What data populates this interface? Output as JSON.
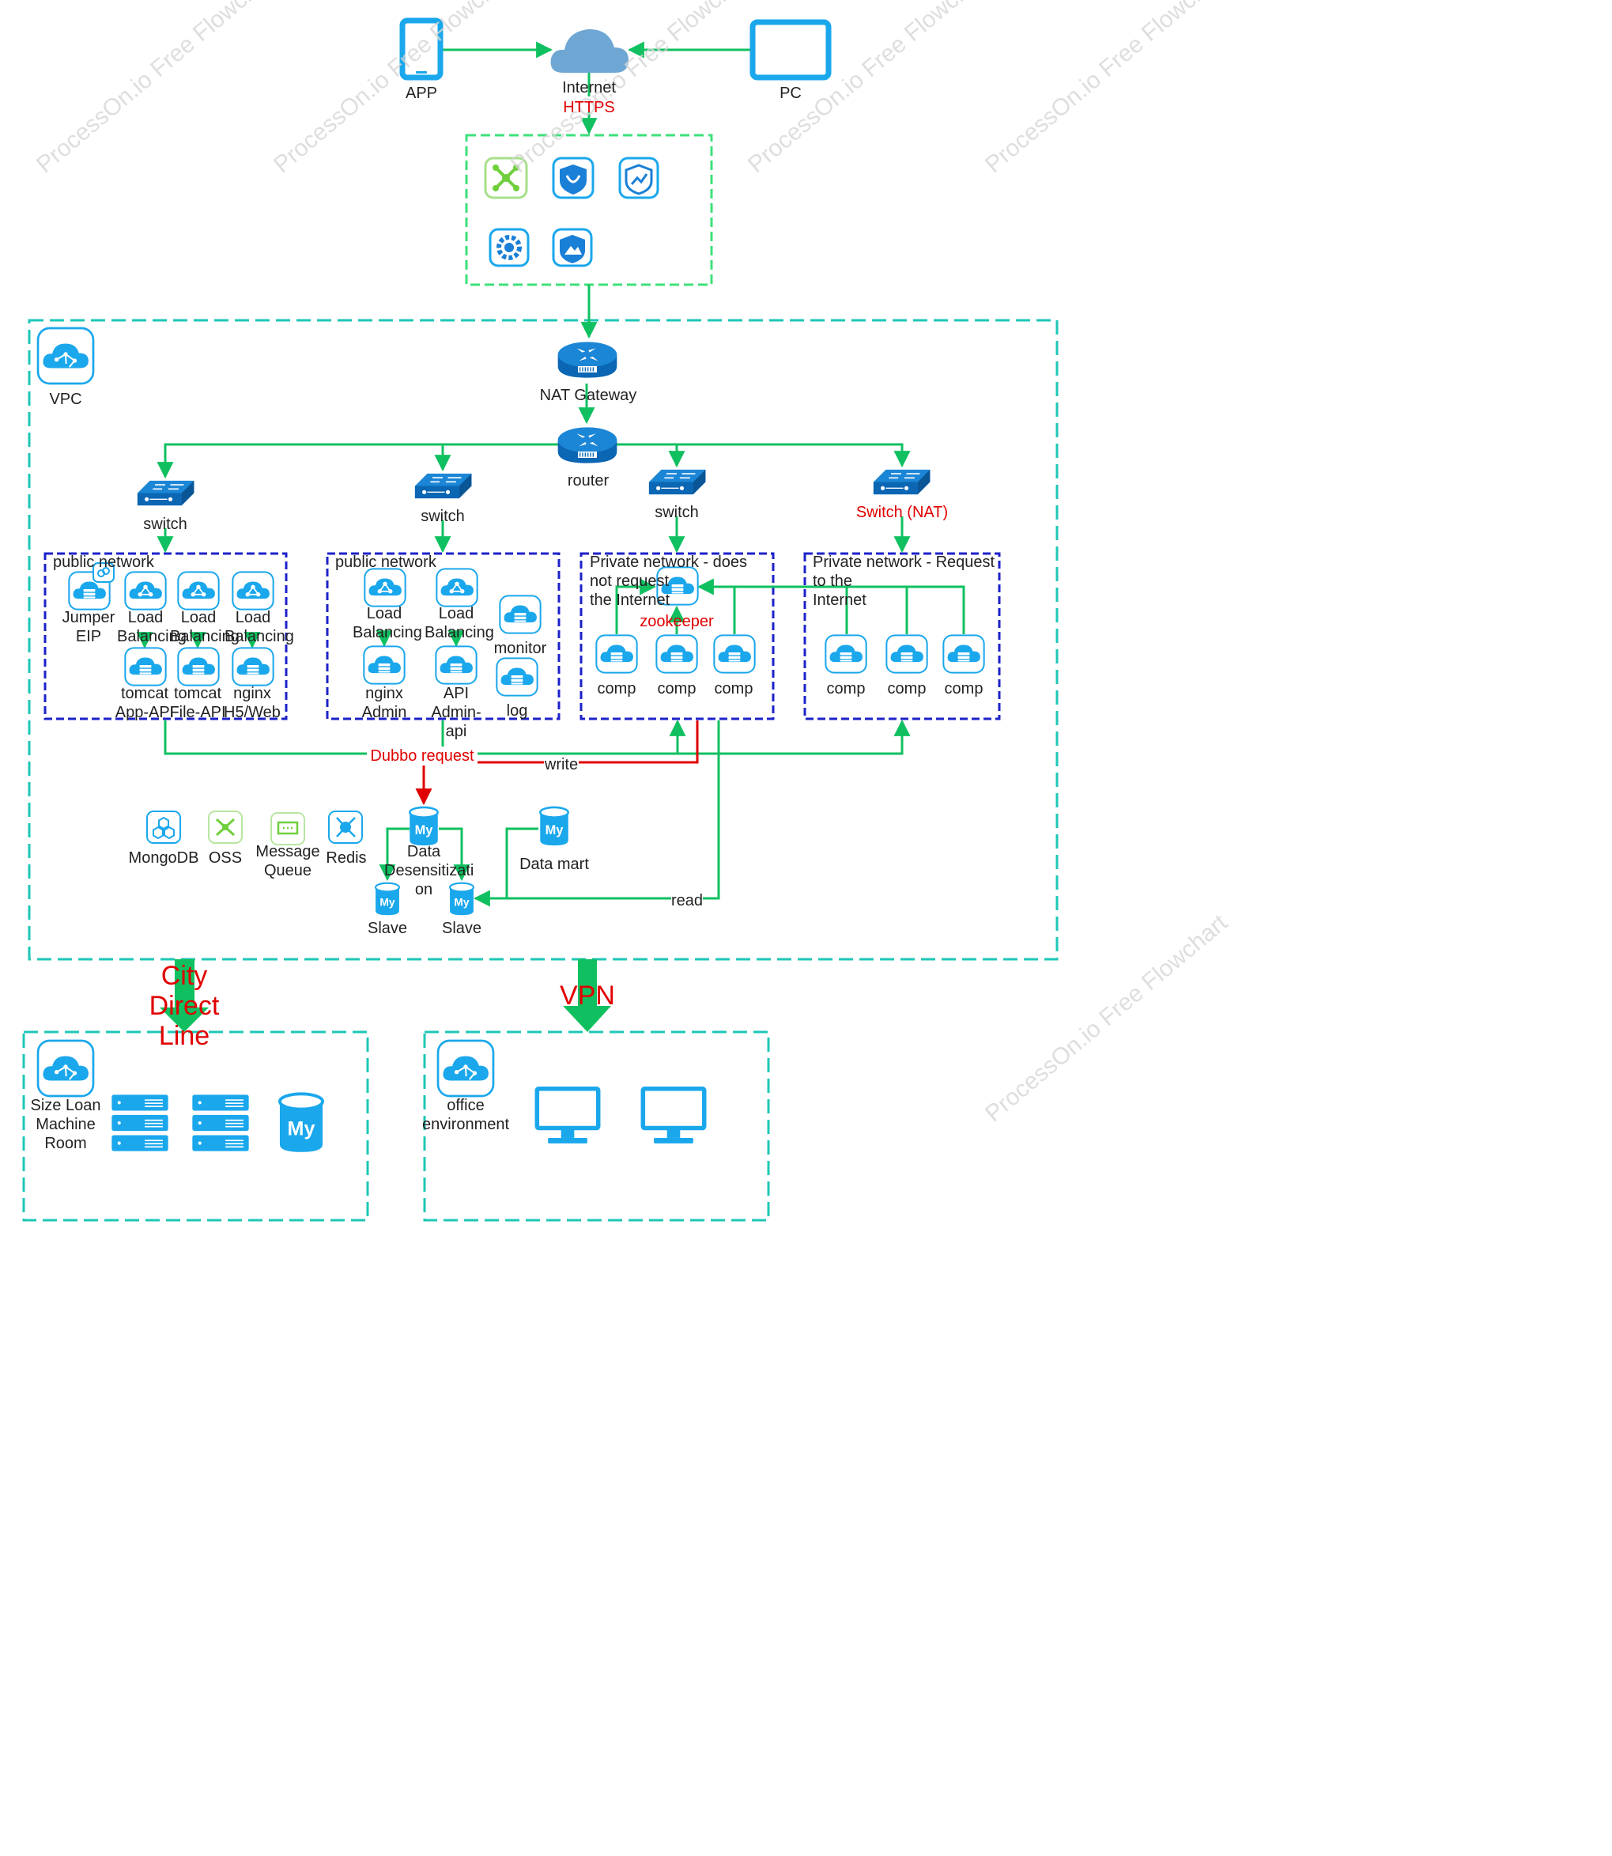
{
  "watermark": "ProcessOn.io Free Flowchart",
  "colors": {
    "line_green": "#10c060",
    "line_red": "#e00000",
    "frame_teal": "#1ec7b6",
    "frame_green": "#3de07a",
    "frame_blue": "#1c22c8",
    "icon_blue": "#1aa7ec",
    "device_dark": "#0b66b3"
  },
  "top": {
    "app_label": "APP",
    "pc_label": "PC",
    "internet_label": "Internet",
    "https_label": "HTTPS"
  },
  "security_group": {
    "icons": [
      "network-hub-icon",
      "shield-alert-icon",
      "shield-chart-icon",
      "gear-icon",
      "shield-mountain-icon"
    ]
  },
  "vpc": {
    "label": "VPC",
    "nat_gateway_label": "NAT Gateway",
    "router_label": "router",
    "switches": [
      "switch",
      "switch",
      "switch",
      "Switch (NAT)"
    ],
    "group1": {
      "title": "public network",
      "jumper": "Jumper\nEIP",
      "lb1": "Load\nBalancing",
      "lb2": "Load\nBalancing",
      "lb3": "Load\nBalancing",
      "tomcat_app": "tomcat\nApp-API",
      "tomcat_file": "tomcat\nFile-API",
      "nginx_h5": "nginx\nH5/Web"
    },
    "group2": {
      "title": "public network",
      "lb1": "Load\nBalancing",
      "lb2": "Load\nBalancing",
      "nginx_admin": "nginx\nAdmin",
      "api_admin": "API\nAdmin-api",
      "monitor": "monitor",
      "log": "log"
    },
    "group3": {
      "title": "Private network - does not request\nthe Internet",
      "zookeeper": "zookeeper",
      "comp": [
        "comp",
        "comp",
        "comp"
      ]
    },
    "group4": {
      "title": "Private network - Request to the\nInternet",
      "comp": [
        "comp",
        "comp",
        "comp"
      ]
    },
    "edges": {
      "dubbo": "Dubbo request",
      "write": "write",
      "read": "read"
    },
    "services": {
      "mongodb": "MongoDB",
      "oss": "OSS",
      "mq": "Message\nQueue",
      "redis": "Redis"
    },
    "databases": {
      "data_desens": "Data\nDesensitizati\non",
      "data_mart": "Data mart",
      "slave1": "Slave",
      "slave2": "Slave"
    }
  },
  "links": {
    "city_direct": "City\nDirect\nLine",
    "vpn": "VPN"
  },
  "bottom_left": {
    "label": "Size Loan\nMachine Room"
  },
  "bottom_right": {
    "label": "office\nenvironment"
  }
}
